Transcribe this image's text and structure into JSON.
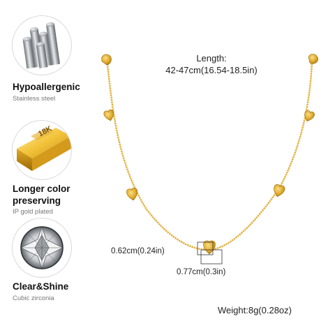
{
  "features": [
    {
      "title": "Hypoallergenic",
      "subtitle": "Stainless steel",
      "icon": "steel-rods-icon"
    },
    {
      "title_lines": [
        "Longer color",
        "preserving"
      ],
      "subtitle": "IP gold plated",
      "icon": "gold-bar-icon",
      "bar_label": "18K"
    },
    {
      "title": "Clear&Shine",
      "subtitle": "Cubic zirconia",
      "icon": "diamond-icon"
    }
  ],
  "length": {
    "label": "Length:",
    "value": "42-47cm(16.54-18.5in)"
  },
  "pendant": {
    "height": "0.62cm(0.24in)",
    "width": "0.77cm(0.3in)"
  },
  "weight": "Weight:8g(0.28oz)",
  "colors": {
    "gold": "#e2ad2f",
    "gold_dark": "#b8841a",
    "gold_light": "#f6d877",
    "circle_border": "#d9d9d9"
  }
}
